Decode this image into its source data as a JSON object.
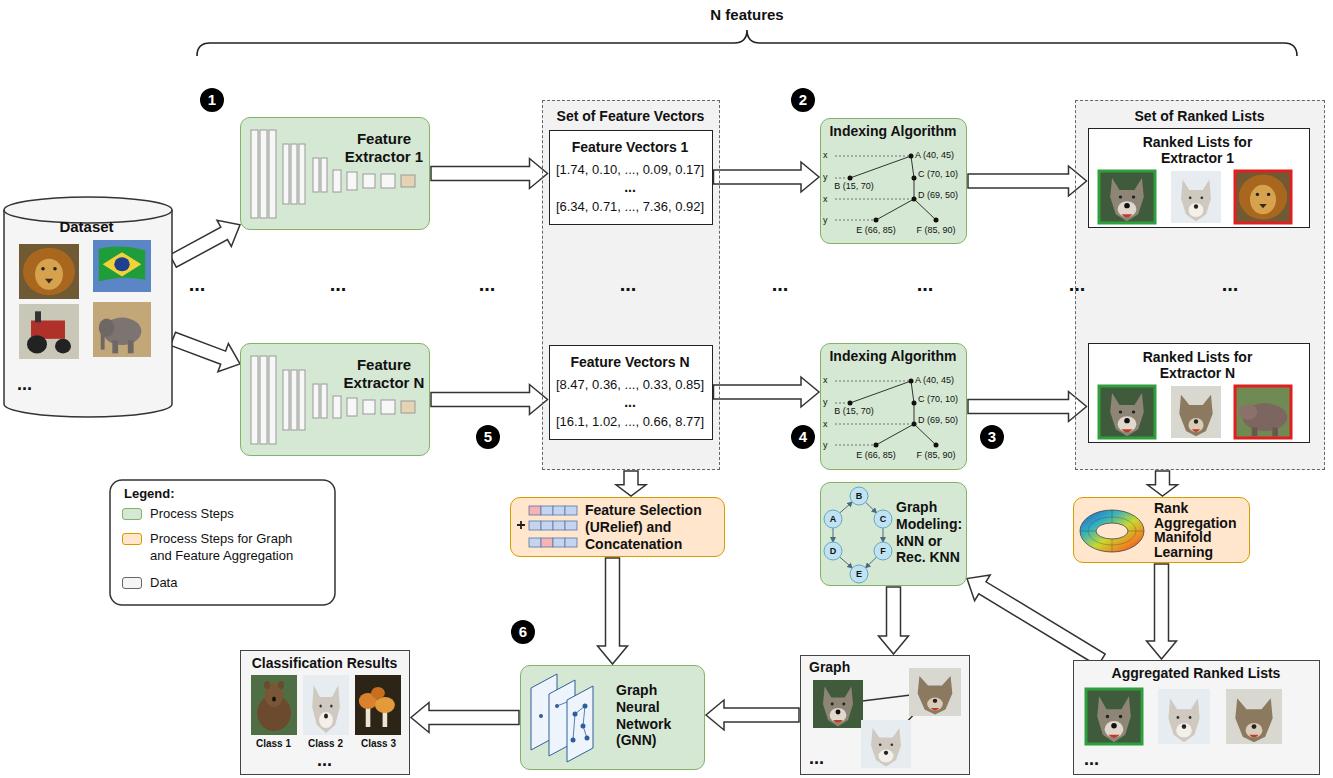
{
  "diagram": {
    "nodes": [
      {
        "text": [
          "Dataset",
          "..."
        ]
      },
      {
        "text": [
          "Feature Extractor 1"
        ]
      },
      {
        "text": [
          "Feature Extractor N"
        ]
      },
      {
        "text": [
          "Set of Feature Vectors"
        ]
      },
      {
        "text": [
          "Feature Vectors 1",
          "[1.74, 0.10, ..., 0.09, 0.17]",
          "...",
          "[6.34, 0.71, ..., 7.36, 0.92]"
        ],
        "in": 3
      },
      {
        "text": [
          "Feature Vectors N",
          "[8.47, 0.36, ..., 0.33, 0.85]",
          "...",
          "[16.1, 1.02, ..., 0.66, 8.77]"
        ],
        "in": 3
      },
      {
        "text": [
          "Indexing Algorithm",
          "x",
          "A (40, 45)",
          "y",
          "B (15, 70)",
          "C (70, 10)",
          "x",
          "D (69, 50)",
          "y",
          "E (66, 85)",
          "F (85, 90)"
        ]
      },
      {
        "text": [
          "Indexing Algorithm",
          "x",
          "A (40, 45)",
          "y",
          "B (15, 70)",
          "C (70, 10)",
          "x",
          "D (69, 50)",
          "y",
          "E (66, 85)",
          "F (85, 90)"
        ]
      },
      {
        "text": [
          "Set of Ranked Lists"
        ]
      },
      {
        "text": [
          "Ranked Lists for Extractor 1"
        ],
        "in": 8
      },
      {
        "text": [
          "Ranked Lists for Extractor N"
        ],
        "in": 8
      },
      {
        "text": [
          "Feature Selection (URelief) and Concatenation"
        ]
      },
      {
        "text": [
          "Graph Modeling: kNN or Rec. KNN",
          "A",
          "B",
          "C",
          "D",
          "E",
          "F"
        ]
      },
      {
        "text": [
          "Rank Aggregation Manifold Learning"
        ]
      },
      {
        "text": [
          "Classification Results",
          "Class 1",
          "Class 2",
          "Class 3",
          "..."
        ]
      },
      {
        "text": [
          "Graph Neural Network (GNN)"
        ]
      },
      {
        "text": [
          "Graph",
          "..."
        ]
      },
      {
        "text": [
          "Aggregated Ranked Lists",
          "..."
        ]
      }
    ],
    "edges": [
      {
        "from": 0,
        "to": 1,
        "arrow": "to"
      },
      {
        "from": 0,
        "to": 2,
        "arrow": "to"
      },
      {
        "from": 1,
        "to": 4,
        "arrow": "to"
      },
      {
        "from": 2,
        "to": 5,
        "arrow": "to"
      },
      {
        "from": 4,
        "to": 6,
        "arrow": "to"
      },
      {
        "from": 5,
        "to": 7,
        "arrow": "to"
      },
      {
        "from": 6,
        "to": 9,
        "arrow": "to"
      },
      {
        "from": 7,
        "to": 10,
        "arrow": "to"
      },
      {
        "from": 3,
        "to": 11,
        "arrow": "to"
      },
      {
        "from": 8,
        "to": 13,
        "arrow": "to"
      },
      {
        "from": 13,
        "to": 17,
        "arrow": "to"
      },
      {
        "from": 17,
        "to": 12,
        "arrow": "to"
      },
      {
        "from": 12,
        "to": 16,
        "arrow": "to"
      },
      {
        "from": 11,
        "to": 15,
        "arrow": "to"
      },
      {
        "from": 16,
        "to": 15,
        "arrow": "to"
      },
      {
        "from": 15,
        "to": 14,
        "arrow": "to"
      }
    ],
    "labels": [
      "N features",
      "1",
      "2",
      "...",
      "...",
      "...",
      "...",
      "...",
      "...",
      "...",
      "...",
      "5",
      "4",
      "3",
      "Legend:",
      "6"
    ],
    "legend": [
      {
        "text": "Process Steps",
        "color": "#d5e8d4"
      },
      {
        "text": "Process Steps for Graph and Feature Aggregation",
        "color": "#ffe6cc"
      },
      {
        "text": "Data",
        "color": "#f5f5f5"
      }
    ]
  }
}
